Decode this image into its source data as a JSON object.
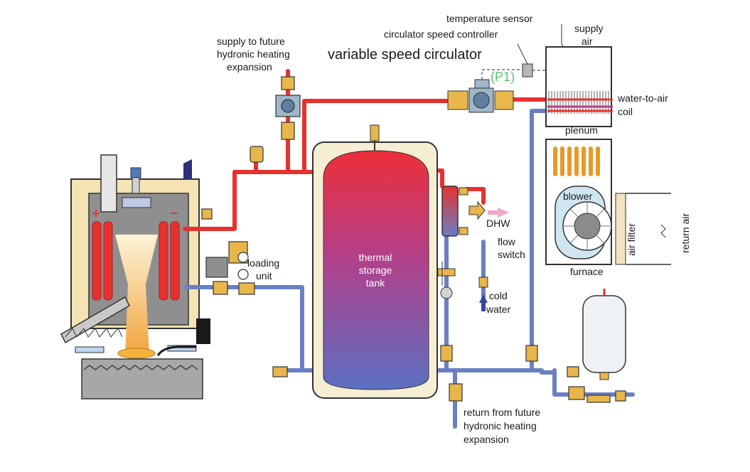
{
  "labels": {
    "supply_to_future_1": "supply to future",
    "supply_to_future_2": "hydronic heating",
    "supply_to_future_3": "expansion",
    "variable_speed_circulator": "variable speed circulator",
    "circulator_speed_controller": "circulator speed controller",
    "temperature_sensor": "temperature sensor",
    "supply_air_1": "supply",
    "supply_air_2": "air",
    "pump_tag": "(P1)",
    "water_to_air_1": "water-to-air",
    "water_to_air_2": "coil",
    "plenum": "plenum",
    "blower": "blower",
    "air_filter": "air filter",
    "return_air": "return air",
    "furnace": "furnace",
    "loading_unit_1": "loading",
    "loading_unit_2": "unit",
    "tank_1": "thermal",
    "tank_2": "storage",
    "tank_3": "tank",
    "dhw": "DHW",
    "flow_switch_1": "flow",
    "flow_switch_2": "switch",
    "cold_water_1": "cold",
    "cold_water_2": "water",
    "return_future_1": "return from future",
    "return_future_2": "hydronic heating",
    "return_future_3": "expansion"
  },
  "colors": {
    "supply_pipe": "#e8312f",
    "return_pipe": "#6a7fc4",
    "brass": "#e8b64a",
    "boiler_jacket": "#f6e3b4",
    "tank_jacket": "#f6eed3",
    "tank_top": "#ed2f3a",
    "tank_bottom": "#5c6fc2",
    "controller_green": "#5cc26a"
  }
}
